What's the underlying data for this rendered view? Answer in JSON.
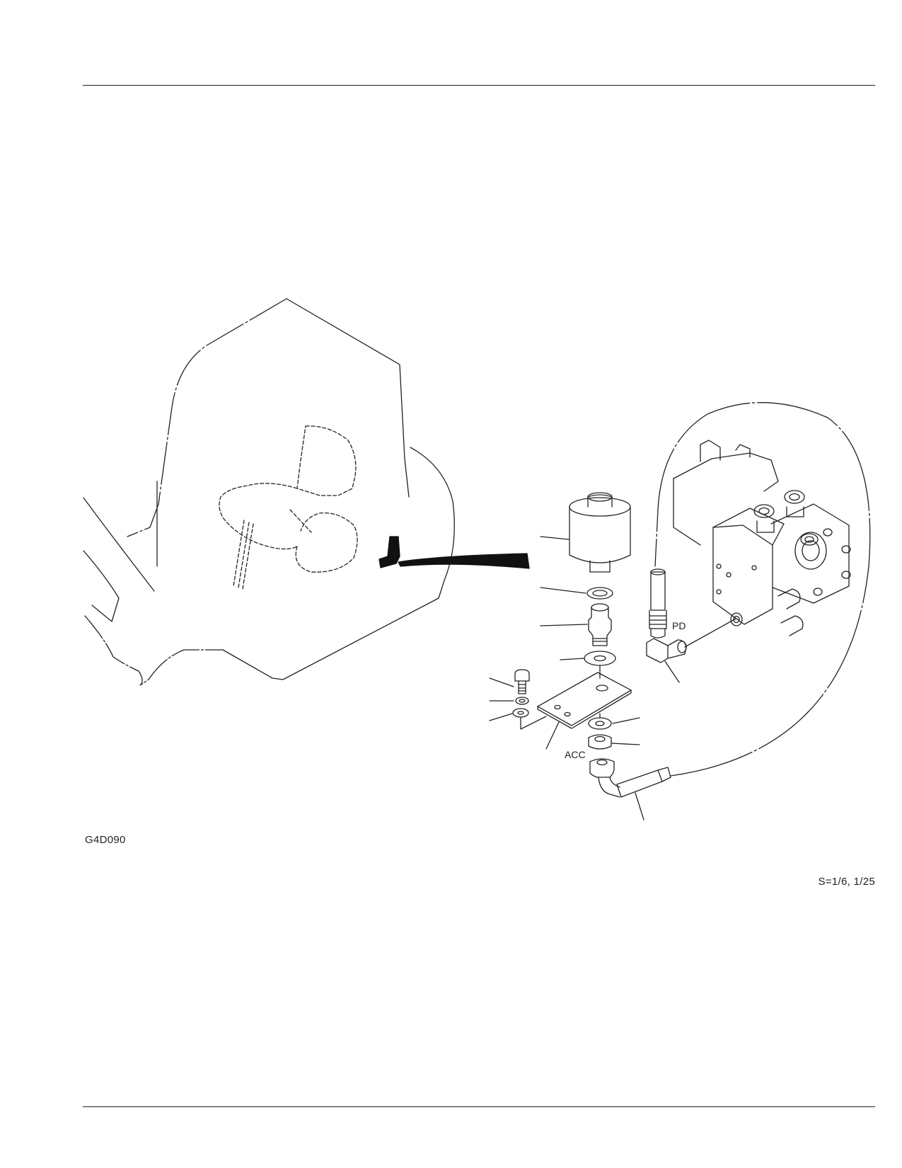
{
  "figure": {
    "id": "G4D090",
    "scale": "S=1/6, 1/25",
    "port_labels": {
      "pd": "PD",
      "acc": "ACC"
    }
  },
  "colors": {
    "line": "#222222",
    "background": "#ffffff"
  }
}
